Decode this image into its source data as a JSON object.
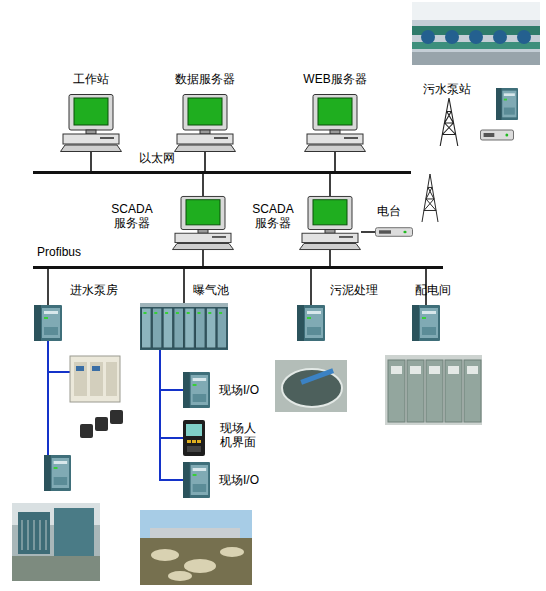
{
  "diagram": {
    "nodes": [
      {
        "text": [
          "工作站"
        ]
      },
      {
        "text": [
          "数据服务器"
        ]
      },
      {
        "text": [
          "WEB服务器"
        ]
      },
      {
        "text": [
          "以太网"
        ]
      },
      {
        "text": [
          "SCADA 服务器"
        ]
      },
      {
        "text": [
          "SCADA 服务器"
        ]
      },
      {
        "text": [
          "电台"
        ]
      },
      {
        "text": [
          "Profibus"
        ]
      },
      {
        "text": [
          "进水泵房"
        ]
      },
      {
        "text": [
          "曝气池"
        ]
      },
      {
        "text": [
          "污泥处理"
        ]
      },
      {
        "text": [
          "配电间"
        ]
      },
      {
        "text": [
          "现场I/O"
        ]
      },
      {
        "text": [
          "现场人 机界面"
        ]
      },
      {
        "text": [
          "现场I/O"
        ]
      }
    ],
    "edges": [
      {
        "from": 0,
        "to": 3,
        "arrow": "none"
      },
      {
        "from": 1,
        "to": 3,
        "arrow": "none"
      },
      {
        "from": 2,
        "to": 3,
        "arrow": "none"
      },
      {
        "from": 3,
        "to": 4,
        "arrow": "none"
      },
      {
        "from": 3,
        "to": 5,
        "arrow": "none"
      },
      {
        "from": 4,
        "to": 7,
        "arrow": "none"
      },
      {
        "from": 5,
        "to": 7,
        "arrow": "none"
      },
      {
        "from": 5,
        "to": 6,
        "arrow": "none"
      },
      {
        "from": 7,
        "to": 8,
        "arrow": "none"
      },
      {
        "from": 7,
        "to": 9,
        "arrow": "none"
      },
      {
        "from": 7,
        "to": 10,
        "arrow": "none"
      },
      {
        "from": 7,
        "to": 11,
        "arrow": "none"
      },
      {
        "from": 9,
        "to": 12,
        "arrow": "none"
      },
      {
        "from": 9,
        "to": 13,
        "arrow": "none"
      },
      {
        "from": 9,
        "to": 14,
        "arrow": "none"
      }
    ],
    "labels": [
      "污水泵站"
    ]
  }
}
